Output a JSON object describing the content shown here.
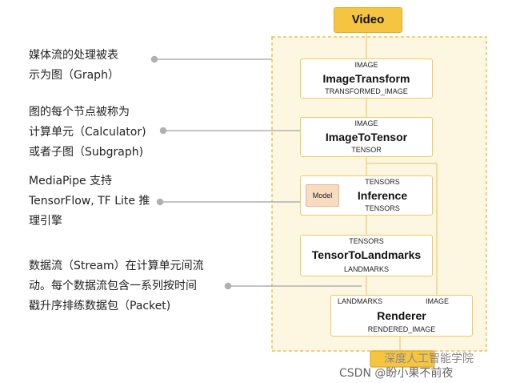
{
  "annotations": [
    {
      "lines": [
        "媒体流的处理被表",
        "示为图（Graph）"
      ]
    },
    {
      "lines": [
        "图的每个节点被称为",
        "计算单元（Calculator)",
        "或者子图（Subgraph)"
      ]
    },
    {
      "lines": [
        "MediaPipe 支持",
        "TensorFlow, TF Lite 推",
        "理引擎"
      ]
    },
    {
      "lines": [
        "数据流（Stream）在计算单元间流",
        "动。每个数据流包含一系列按时间",
        "戳升序排练数据包（Packet)"
      ]
    }
  ],
  "video_label": "Video",
  "nodes": [
    {
      "name": "ImageTransform",
      "input": "IMAGE",
      "output": "TRANSFORMED_IMAGE"
    },
    {
      "name": "ImageToTensor",
      "input": "IMAGE",
      "output": "TENSOR"
    },
    {
      "name": "Inference",
      "input": "TENSORS",
      "output": "TENSORS",
      "model": "Model"
    },
    {
      "name": "TensorToLandmarks",
      "input": "TENSORS",
      "output": "LANDMARKS"
    },
    {
      "name": "Renderer",
      "input_left": "LANDMARKS",
      "input_right": "IMAGE",
      "output": "RENDERED_IMAGE"
    }
  ],
  "watermark": {
    "top": "深度人工智能学院",
    "bottom": "CSDN @盼小果不前夜"
  },
  "colors": {
    "group_fill": "#fdf6e0",
    "group_border": "#f0c04a",
    "edge": "#f2d489",
    "video_fill": "#f5c542"
  }
}
